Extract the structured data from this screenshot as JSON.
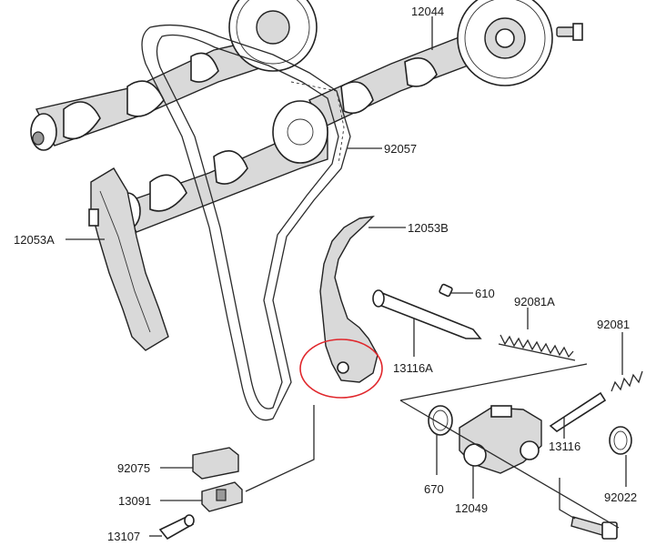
{
  "labels": {
    "p12044": "12044",
    "p92057": "92057",
    "p12053A": "12053A",
    "p12053B": "12053B",
    "p610": "610",
    "p92081A": "92081A",
    "p92081": "92081",
    "p13116A": "13116A",
    "p13116": "13116",
    "p670": "670",
    "p12049": "12049",
    "p92022": "92022",
    "p92075": "92075",
    "p13091": "13091",
    "p13107": "13107"
  },
  "colors": {
    "highlight_circle": "#e0262b",
    "line": "#2a2a2a"
  }
}
